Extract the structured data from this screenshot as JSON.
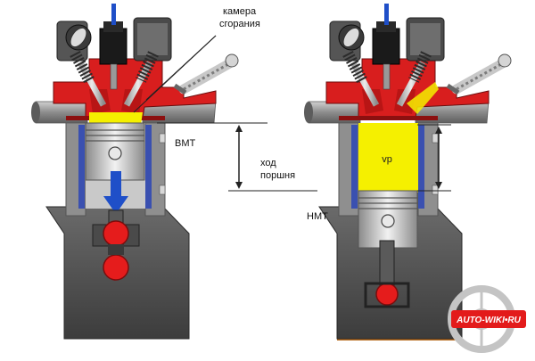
{
  "labels": {
    "combustion_chamber": "камера\nсгорания",
    "tdc": "ВМТ",
    "stroke": "ход\nпоршня",
    "bdc": "НМТ",
    "working_volume": "vр"
  },
  "logo": {
    "text": "AUTO-WIKI•RU"
  },
  "colors": {
    "head_red": "#d81e1e",
    "cylinder_grey": "#8f8f8f",
    "liner_blue": "#3a50b0",
    "chamber_yellow": "#f5f000",
    "oil": "#d9a030",
    "crank_red": "#e51c1c",
    "arrow_blue": "#1f4fc8"
  }
}
